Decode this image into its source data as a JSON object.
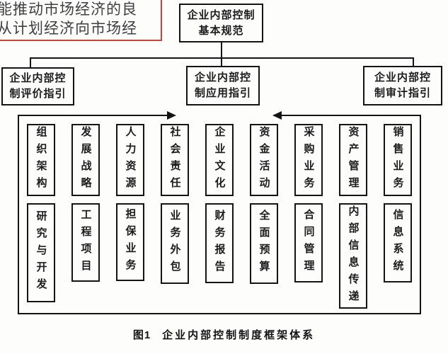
{
  "overlay": {
    "line1": "能推动市场经济的良",
    "line2": "从计划经济向市场经",
    "border_color": "#cc4433"
  },
  "top_box": {
    "line1": "企业内部控制",
    "line2": "基本规范"
  },
  "level2": {
    "evaluation": {
      "line1": "企业内部控",
      "line2": "制评价指引"
    },
    "application": {
      "line1": "企业内部控",
      "line2": "制应用指引"
    },
    "audit": {
      "line1": "企业内部控",
      "line2": "制审计指引"
    }
  },
  "columns": [
    {
      "top": "组织架构",
      "bottom": "研究与开发"
    },
    {
      "top": "发展战略",
      "bottom": "工程项目"
    },
    {
      "top": "人力资源",
      "bottom": "担保业务"
    },
    {
      "top": "社会责任",
      "bottom": "业务外包"
    },
    {
      "top": "企业文化",
      "bottom": "财务报告"
    },
    {
      "top": "资金活动",
      "bottom": "全面预算"
    },
    {
      "top": "采购业务",
      "bottom": "合同管理"
    },
    {
      "top": "资产管理",
      "bottom": "内部信息传递"
    },
    {
      "top": "销售业务",
      "bottom": "信息系统"
    }
  ],
  "caption": {
    "label": "图1",
    "text": "企业内部控制制度框架体系"
  },
  "colors": {
    "line": "#141414",
    "overlay_border": "#cc4433"
  }
}
